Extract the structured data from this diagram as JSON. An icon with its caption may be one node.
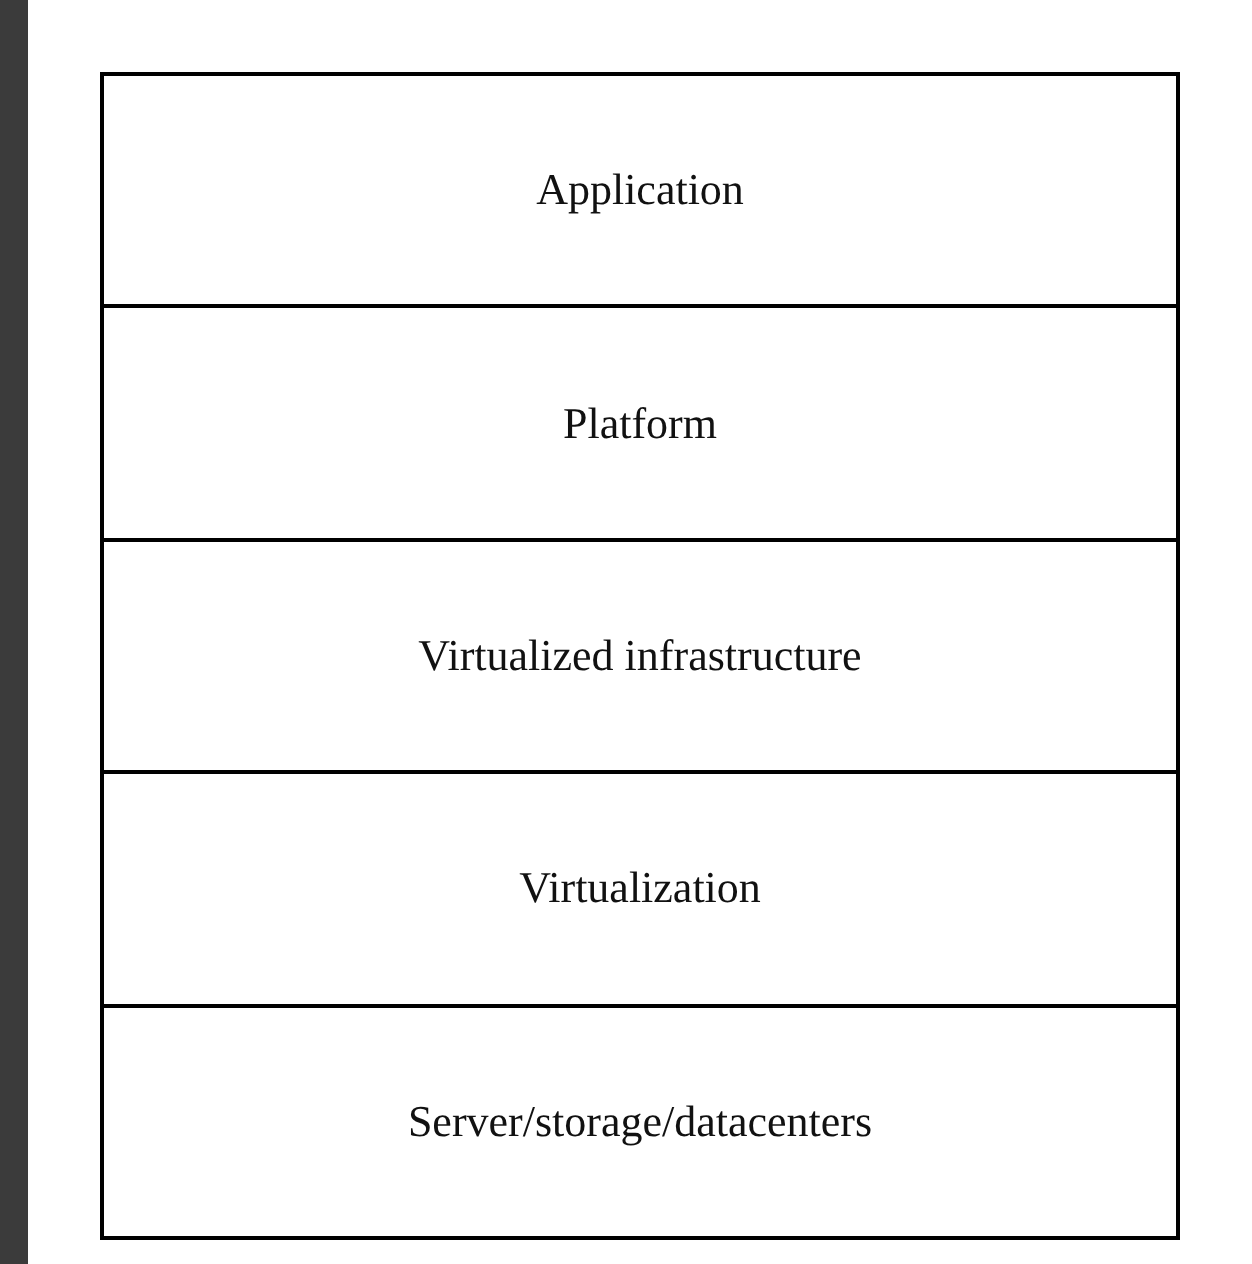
{
  "diagram": {
    "nodes": [
      {
        "text": [
          "Application"
        ]
      },
      {
        "text": [
          "Platform"
        ]
      },
      {
        "text": [
          "Virtualized infrastructure"
        ]
      },
      {
        "text": [
          "Virtualization"
        ]
      },
      {
        "text": [
          "Server/storage/datacenters"
        ]
      }
    ]
  }
}
